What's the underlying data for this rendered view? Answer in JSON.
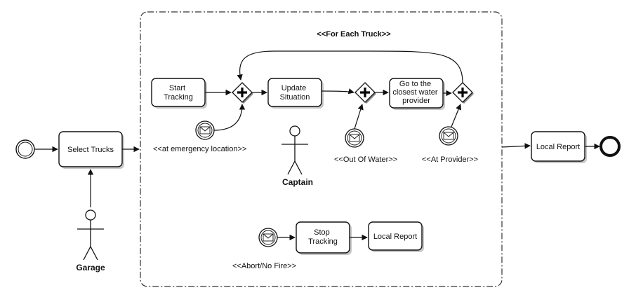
{
  "subprocess": {
    "stereotype": "<<For Each Truck>>"
  },
  "tasks": {
    "select_trucks": [
      "Select Trucks"
    ],
    "start_tracking": [
      "Start",
      "Tracking"
    ],
    "update_situation": [
      "Update",
      "Situation"
    ],
    "go_to_water": [
      "Go to the",
      "closest water",
      "provider"
    ],
    "local_report_outer": [
      "Local Report"
    ],
    "stop_tracking": [
      "Stop",
      "Tracking"
    ],
    "local_report_inner": [
      "Local Report"
    ]
  },
  "events": {
    "emergency_location": "<<at emergency location>>",
    "out_of_water": "<<Out Of Water>>",
    "at_provider": "<<At Provider>>",
    "abort_no_fire": "<<Abort/No Fire>>"
  },
  "actors": {
    "garage": "Garage",
    "captain": "Captain"
  },
  "gateway_symbol": "+",
  "icons": [
    "start-event-icon",
    "end-event-icon",
    "message-event-icon",
    "parallel-gateway-icon",
    "actor-icon"
  ]
}
